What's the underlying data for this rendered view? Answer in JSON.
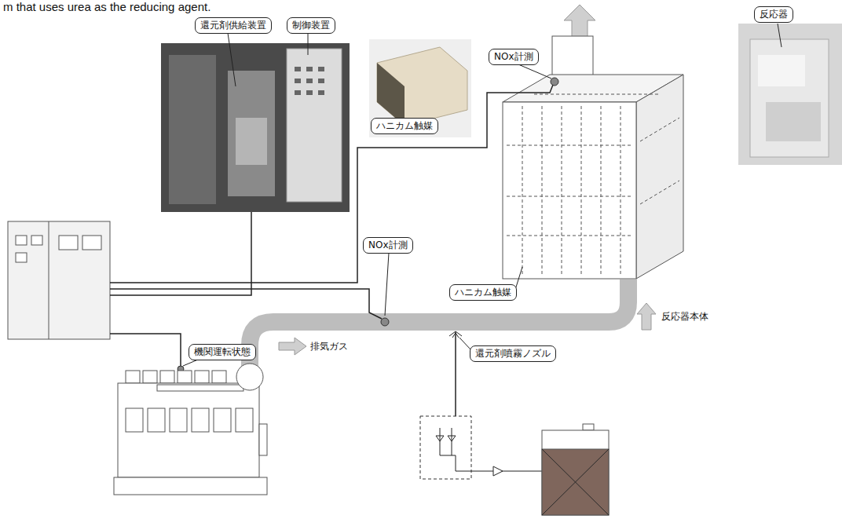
{
  "diagram": {
    "nodes": [
      {
        "text": [
          "還元剤供給装置"
        ]
      },
      {
        "text": [
          "制御装置"
        ]
      },
      {
        "text": [
          "ハニカム触媒"
        ]
      },
      {
        "text": [
          "NOx計測"
        ]
      },
      {
        "text": [
          "反応器"
        ]
      },
      {
        "text": [
          "NOx計測"
        ]
      },
      {
        "text": [
          "ハニカム触媒"
        ]
      },
      {
        "text": [
          "機関運転状態"
        ]
      },
      {
        "text": [
          "還元剤噴霧ノズル"
        ]
      }
    ],
    "labels": [
      "m that uses urea as the reducing agent.",
      "排気ガス",
      "反応器本体"
    ]
  }
}
